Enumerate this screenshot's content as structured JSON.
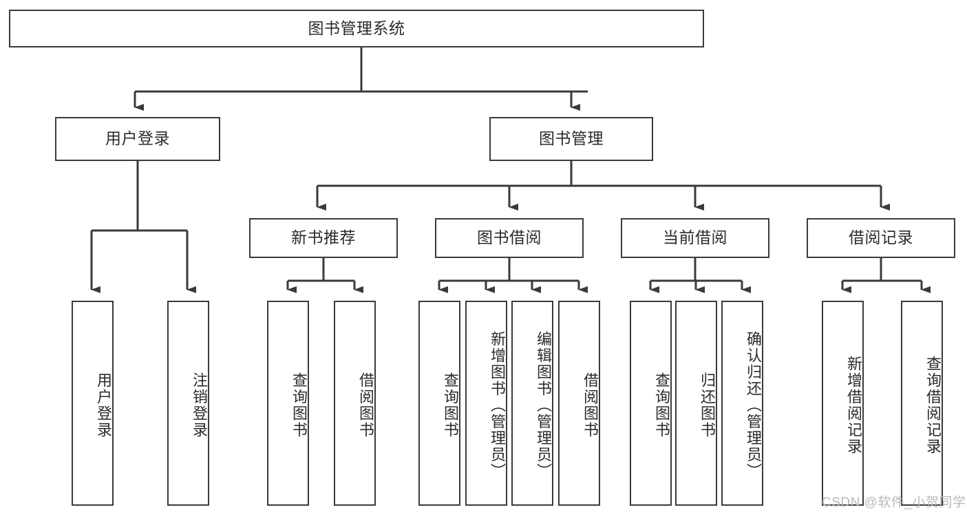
{
  "diagram": {
    "title": "图书管理系统",
    "type": "tree-hierarchy-diagram",
    "root": {
      "label": "图书管理系统"
    },
    "level1": [
      {
        "label": "用户登录"
      },
      {
        "label": "图书管理"
      }
    ],
    "level2": [
      {
        "label": "新书推荐"
      },
      {
        "label": "图书借阅"
      },
      {
        "label": "当前借阅"
      },
      {
        "label": "借阅记录"
      }
    ],
    "leaves": {
      "user_login": [
        {
          "label": "用户登录"
        },
        {
          "label": "注销登录"
        }
      ],
      "new_book_recommend": [
        {
          "label": "查询图书"
        },
        {
          "label": "借阅图书"
        }
      ],
      "book_borrow": [
        {
          "label": "查询图书"
        },
        {
          "label": "新增图书（管理员）"
        },
        {
          "label": "编辑图书（管理员）"
        },
        {
          "label": "借阅图书"
        }
      ],
      "current_borrow": [
        {
          "label": "查询图书"
        },
        {
          "label": "归还图书"
        },
        {
          "label": "确认归还（管理员）"
        }
      ],
      "borrow_record": [
        {
          "label": "新增借阅记录"
        },
        {
          "label": "查询借阅记录"
        }
      ]
    }
  },
  "watermark": {
    "text": "CSDN @软件_小贺同学"
  },
  "colors": {
    "stroke": "#3a3a3a",
    "text": "#2b2b2b",
    "background": "#ffffff",
    "watermark": "#b9b9b9"
  }
}
